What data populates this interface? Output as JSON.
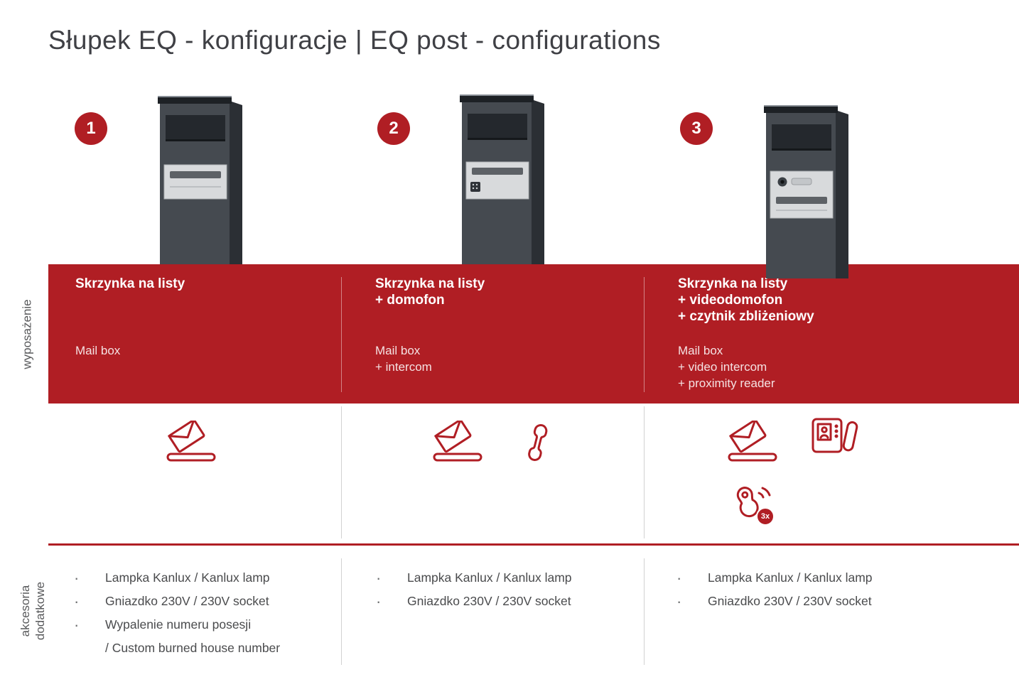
{
  "page": {
    "title": "Słupek EQ - konfiguracje | EQ post - configurations"
  },
  "side_labels": {
    "equipment": "wyposażenie",
    "accessories": "akcesoria\ndodatkowe"
  },
  "colors": {
    "accent_red": "#b01e24",
    "post_dark": "#454a50",
    "panel_silver": "#d8dadc"
  },
  "columns": [
    {
      "number": "1",
      "equipment_pl": "Skrzynka na listy",
      "equipment_en": "Mail box",
      "icons": [
        "mail-slot-icon"
      ],
      "accessories": [
        "Lampka Kanlux / Kanlux lamp",
        "Gniazdko 230V / 230V socket",
        "Wypalenie numeru posesji\n/ Custom burned house number"
      ]
    },
    {
      "number": "2",
      "equipment_pl": "Skrzynka na listy\n+ domofon",
      "equipment_en": "Mail box\n+ intercom",
      "icons": [
        "mail-slot-icon",
        "intercom-handset-icon"
      ],
      "accessories": [
        "Lampka Kanlux / Kanlux lamp",
        "Gniazdko 230V / 230V socket"
      ]
    },
    {
      "number": "3",
      "equipment_pl": "Skrzynka na listy\n+ videodomofon\n+ czytnik zbliżeniowy",
      "equipment_en": "Mail box\n+ video intercom\n+ proximity reader",
      "icons": [
        "mail-slot-icon",
        "video-intercom-icon",
        "proximity-fob-icon"
      ],
      "badge": "3x",
      "accessories": [
        "Lampka Kanlux / Kanlux lamp",
        "Gniazdko 230V / 230V socket"
      ]
    }
  ]
}
